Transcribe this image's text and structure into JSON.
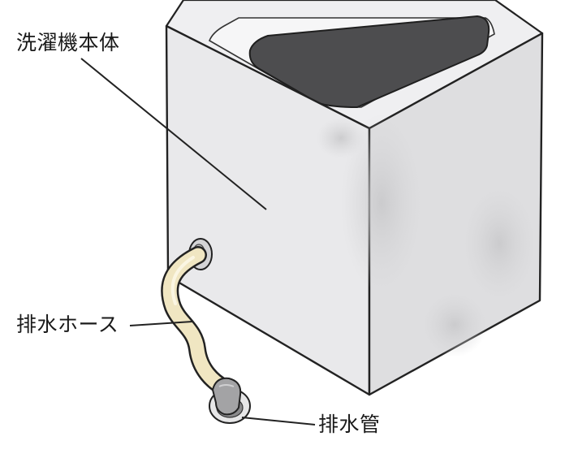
{
  "labels": {
    "washer_body": "洗濯機本体",
    "drain_hose": "排水ホース",
    "drain_pipe": "排水管"
  },
  "colors": {
    "front_face": "#e9e9eb",
    "side_face": "#dedee0",
    "top_face": "#efeff1",
    "lid": "#4d4d4f",
    "hose": "#f0e6c2",
    "elbow": "#9c9c9e",
    "outline": "#222222"
  }
}
